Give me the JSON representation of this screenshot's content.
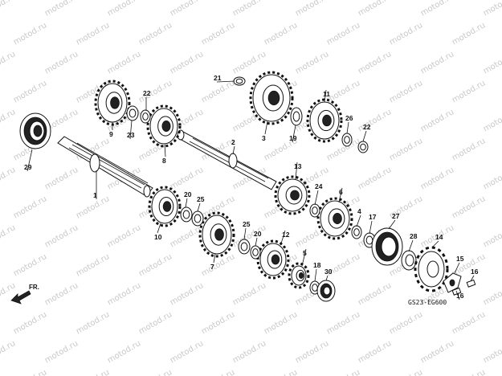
{
  "watermark": "motod.ru",
  "drawing_code": "GS23-EG600",
  "direction_label": "FR.",
  "parts": [
    {
      "id": "21",
      "name": "washer"
    },
    {
      "id": "22",
      "name": "circlip"
    },
    {
      "id": "9",
      "name": "gear"
    },
    {
      "id": "23",
      "name": "washer"
    },
    {
      "id": "8",
      "name": "gear"
    },
    {
      "id": "29",
      "name": "bearing"
    },
    {
      "id": "1",
      "name": "mainshaft"
    },
    {
      "id": "2",
      "name": "countershaft"
    },
    {
      "id": "3",
      "name": "gear"
    },
    {
      "id": "19",
      "name": "washer"
    },
    {
      "id": "11",
      "name": "gear"
    },
    {
      "id": "26",
      "name": "washer"
    },
    {
      "id": "22b",
      "label": "22",
      "name": "circlip"
    },
    {
      "id": "13",
      "name": "gear"
    },
    {
      "id": "24",
      "name": "circlip"
    },
    {
      "id": "6",
      "name": "gear"
    },
    {
      "id": "4",
      "name": "bushing"
    },
    {
      "id": "17",
      "name": "washer"
    },
    {
      "id": "27",
      "name": "bearing"
    },
    {
      "id": "28",
      "name": "oil seal"
    },
    {
      "id": "14",
      "name": "drive sprocket"
    },
    {
      "id": "15",
      "name": "fixing plate"
    },
    {
      "id": "16",
      "name": "bolt"
    },
    {
      "id": "16b",
      "label": "16",
      "name": "bolt"
    },
    {
      "id": "10",
      "name": "gear"
    },
    {
      "id": "20",
      "name": "circlip"
    },
    {
      "id": "25",
      "name": "washer"
    },
    {
      "id": "7",
      "name": "gear"
    },
    {
      "id": "25b",
      "label": "25",
      "name": "washer"
    },
    {
      "id": "20b",
      "label": "20",
      "name": "circlip"
    },
    {
      "id": "12",
      "name": "gear"
    },
    {
      "id": "5",
      "name": "gear"
    },
    {
      "id": "18",
      "name": "washer"
    },
    {
      "id": "30",
      "name": "bearing"
    }
  ]
}
